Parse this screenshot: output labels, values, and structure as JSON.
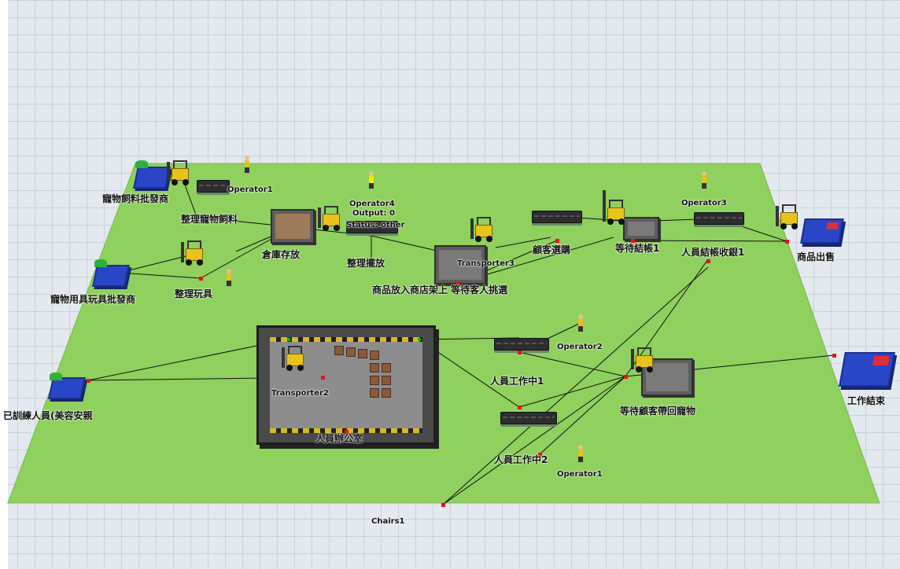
{
  "model": {
    "floor_color": "#8fd05e",
    "grid_color": "#c9d3dc",
    "labels": {
      "pet_food_supplier": "寵物飼料批發商",
      "operator1_top": "Operator1",
      "sort_pet_food": "整理寵物飼料",
      "warehouse_storage": "倉庫存放",
      "pet_toys_supplier": "寵物用具玩具批發商",
      "sort_toys": "整理玩具",
      "operator4": "Operator4",
      "output": "Output: 0",
      "status": "Status: other",
      "sort_display": "整理擺放",
      "transporter3": "Transporter3",
      "shelf_waiting": "商品放入商店架上 等待客人挑選",
      "customer_pick": "顧客選購",
      "wait_checkout": "等待結帳1",
      "operator3": "Operator3",
      "cashier": "人員結帳收銀1",
      "product_sale": "商品出售",
      "trained_staff": "已訓練人員(美容安親",
      "transporter2": "Transporter2",
      "staff_office": "人員辦公室",
      "staff_working1": "人員工作中1",
      "operator2": "Operator2",
      "wait_customer_pickup": "等待顧客帶回寵物",
      "staff_working2": "人員工作中2",
      "operator1_bottom": "Operator1",
      "work_end": "工作結束",
      "chairs1": "Chairs1"
    }
  }
}
